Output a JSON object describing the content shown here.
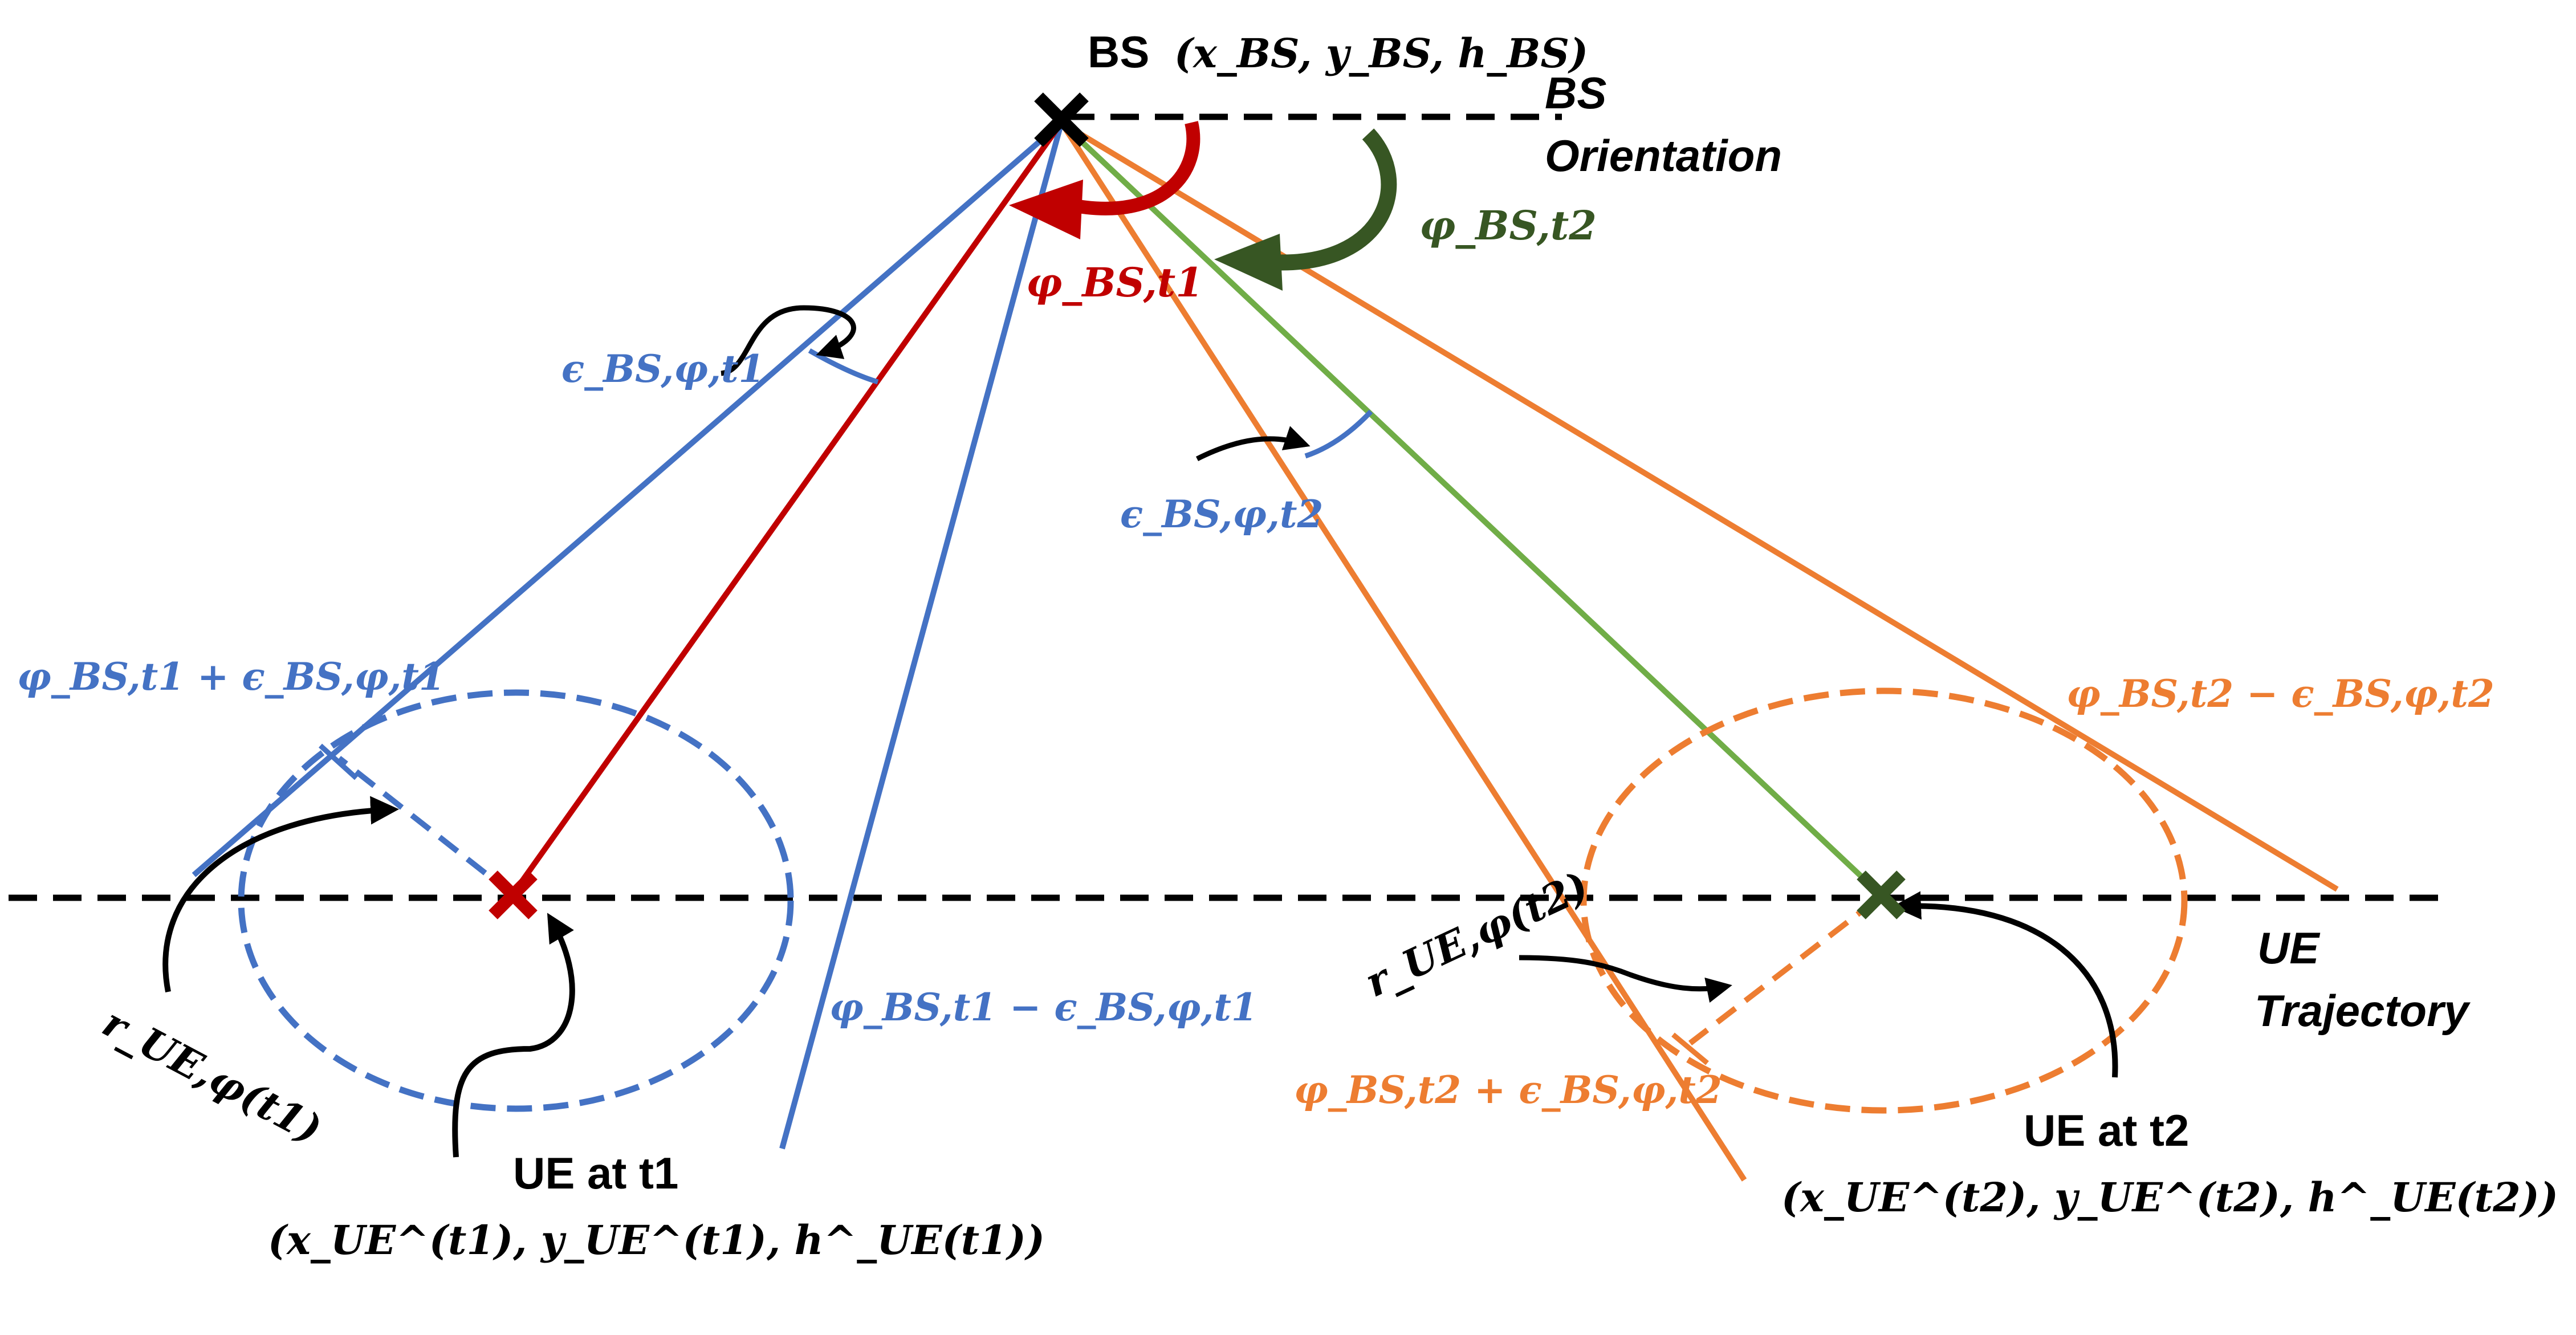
{
  "colors": {
    "black": "#000000",
    "blue": "#4472C4",
    "red": "#C00000",
    "orange": "#ED7D31",
    "green": "#70AD47",
    "dark_green": "#375623"
  },
  "bs": {
    "title": "BS",
    "coords": "(x_BS, y_BS, h_BS)",
    "orientation_line1": "BS",
    "orientation_line2": "Orientation"
  },
  "angles": {
    "phi_t1": "φ_BS,t1",
    "phi_t2": "φ_BS,t2",
    "eps_t1": "ϵ_BS,φ,t1",
    "eps_t2": "ϵ_BS,φ,t2",
    "phi_t1_plus": "φ_BS,t1 + ϵ_BS,φ,t1",
    "phi_t1_minus": "φ_BS,t1 − ϵ_BS,φ,t1",
    "phi_t2_minus": "φ_BS,t2 − ϵ_BS,φ,t2",
    "phi_t2_plus": "φ_BS,t2 + ϵ_BS,φ,t2"
  },
  "ue_t1": {
    "title": "UE at t1",
    "coords": "(x_UE^(t1), y_UE^(t1), h^_UE(t1))",
    "radius": "r_UE,φ(t1)"
  },
  "ue_t2": {
    "title": "UE at t2",
    "coords": "(x_UE^(t2), y_UE^(t2), h^_UE(t2))",
    "radius": "r_UE,φ(t2)"
  },
  "trajectory": {
    "line1": "UE",
    "line2": "Trajectory"
  },
  "icons": {
    "bs_marker": "cross-icon",
    "ue_t1_marker": "cross-icon",
    "ue_t2_marker": "cross-icon"
  }
}
